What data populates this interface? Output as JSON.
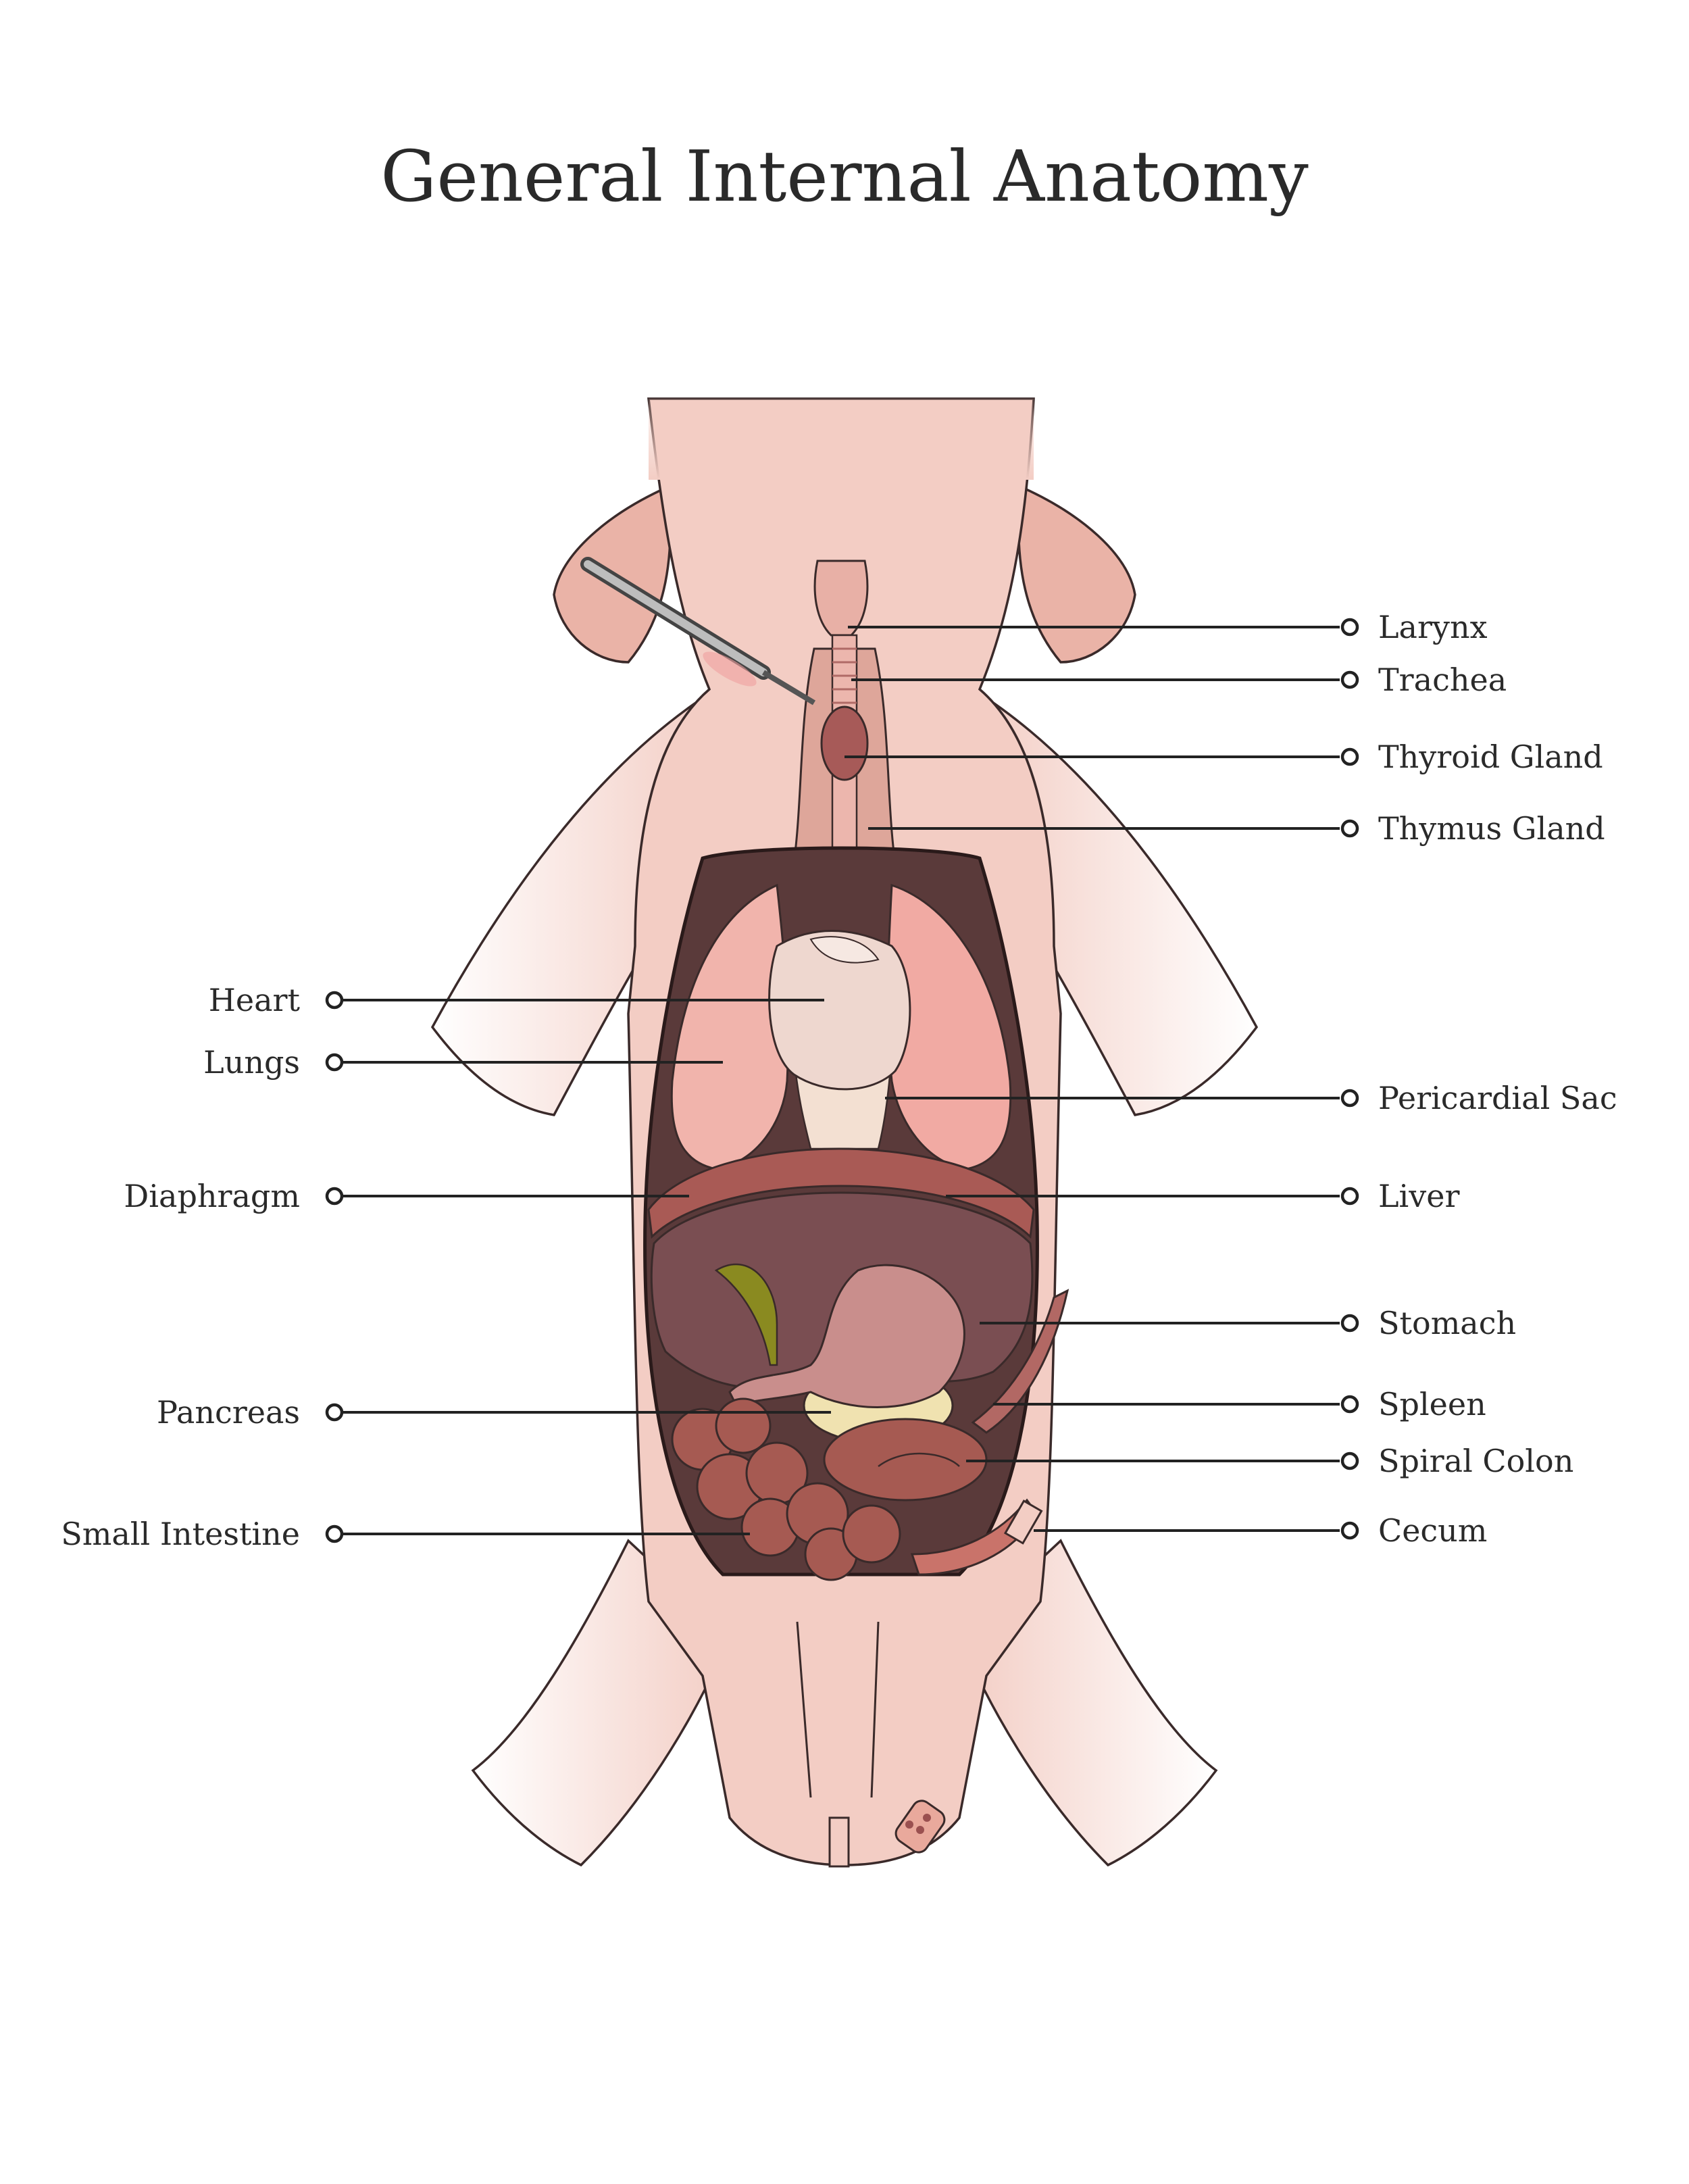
{
  "title": "General Internal Anatomy",
  "labels": {
    "larynx": "Larynx",
    "trachea": "Trachea",
    "thyroid_gland": "Thyroid Gland",
    "thymus_gland": "Thymus Gland",
    "pericardial_sac": "Pericardial Sac",
    "liver": "Liver",
    "stomach": "Stomach",
    "spleen": "Spleen",
    "spiral_colon": "Spiral Colon",
    "cecum": "Cecum",
    "heart": "Heart",
    "lungs": "Lungs",
    "diaphragm": "Diaphragm",
    "pancreas": "Pancreas",
    "small_intestine": "Small Intestine"
  },
  "colors": {
    "skin": "#f3cdc4",
    "skin_dark": "#eab3a7",
    "cavity": "#5a3a3a",
    "lung": "#f1aaa3",
    "heart": "#eed7cf",
    "liver": "#7a4e52",
    "stomach": "#c98e8c",
    "intestine": "#a65a52",
    "gallbladder": "#8a8a20",
    "pancreas": "#f0e2b0"
  }
}
